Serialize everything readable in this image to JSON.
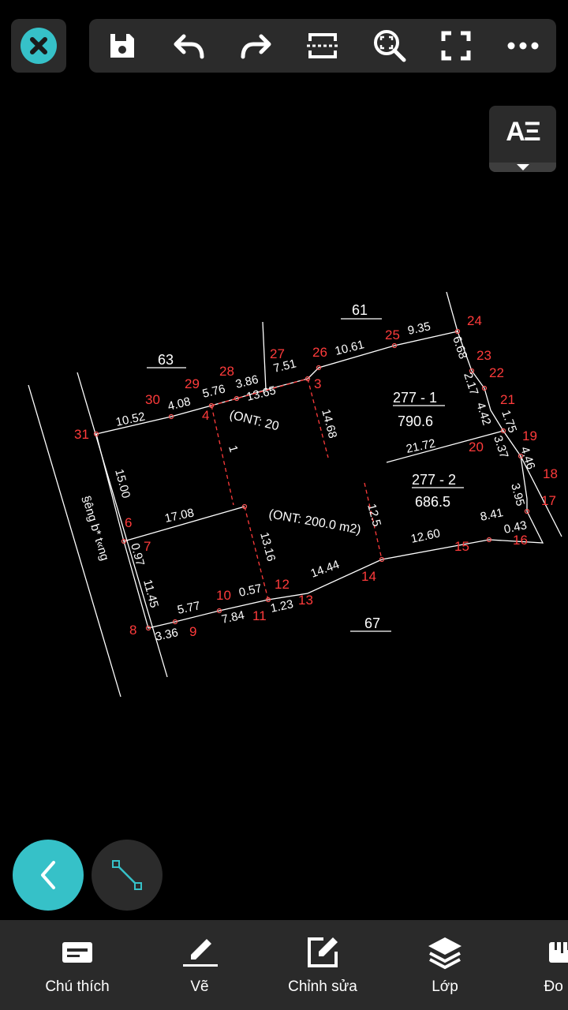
{
  "toolbar": {
    "icons": [
      "close-icon",
      "save-icon",
      "undo-icon",
      "redo-icon",
      "split-icon",
      "zoom-fit-icon",
      "fullscreen-icon",
      "more-icon"
    ]
  },
  "text_style_button": {
    "label": "AΞ"
  },
  "map": {
    "parcel_numbers": {
      "p61": "61",
      "p63": "63",
      "p67": "67"
    },
    "parcel_labels": {
      "parcel1_id": "277 - 1",
      "parcel1_area": "790.6",
      "parcel2_id": "277 - 2",
      "parcel2_area": "686.5"
    },
    "ont_labels": {
      "ont_upper": "(ONT: 20",
      "ont_lower": "(ONT: 200.0 m2)"
    },
    "road_label": "§­êng b* t«ng",
    "vertices": {
      "v3": "3",
      "v4": "4",
      "v6": "6",
      "v7": "7",
      "v8": "8",
      "v9": "9",
      "v10": "10",
      "v11": "11",
      "v12": "12",
      "v13": "13",
      "v14": "14",
      "v15": "15",
      "v16": "16",
      "v17": "17",
      "v18": "18",
      "v19": "19",
      "v20": "20",
      "v21": "21",
      "v22": "22",
      "v23": "23",
      "v24": "24",
      "v25": "25",
      "v26": "26",
      "v27": "27",
      "v28": "28",
      "v29": "29",
      "v30": "30",
      "v31": "31"
    },
    "dimensions": {
      "d1": "9.35",
      "d2": "10.61",
      "d3": "7.51",
      "d4": "3.86",
      "d5": "5.76",
      "d6": "4.08",
      "d7": "10.52",
      "d8": "13.65",
      "d9": "14.68",
      "d10": "6.68",
      "d11": "2.17",
      "d12": "4.42",
      "d13": "1.75",
      "d14": "21.72",
      "d15": "3.37",
      "d16": "4.46",
      "d17": "15.00",
      "d18": "17.08",
      "d19": "13.16",
      "d20": "12.5",
      "d21": "3.95",
      "d22": "8.41",
      "d23": "0.43",
      "d24": "12.60",
      "d25": "14.44",
      "d26": "0.97",
      "d27": "11.45",
      "d28": "5.77",
      "d29": "0.57",
      "d30": "1.23",
      "d31": "7.84",
      "d32": "3.36",
      "d33": "1"
    }
  },
  "colors": {
    "accent": "#36c1c8",
    "vertex_label": "#ff3b3b",
    "panel": "#2b2b2b",
    "bottom_bar": "#2a2a2a"
  },
  "bottom_nav": {
    "items": [
      {
        "label": "Chú thích",
        "icon": "annotation-icon"
      },
      {
        "label": "Vẽ",
        "icon": "pencil-icon"
      },
      {
        "label": "Chỉnh sửa",
        "icon": "edit-icon"
      },
      {
        "label": "Lớp",
        "icon": "layers-icon"
      },
      {
        "label": "Đo lườ",
        "icon": "ruler-icon"
      }
    ]
  }
}
